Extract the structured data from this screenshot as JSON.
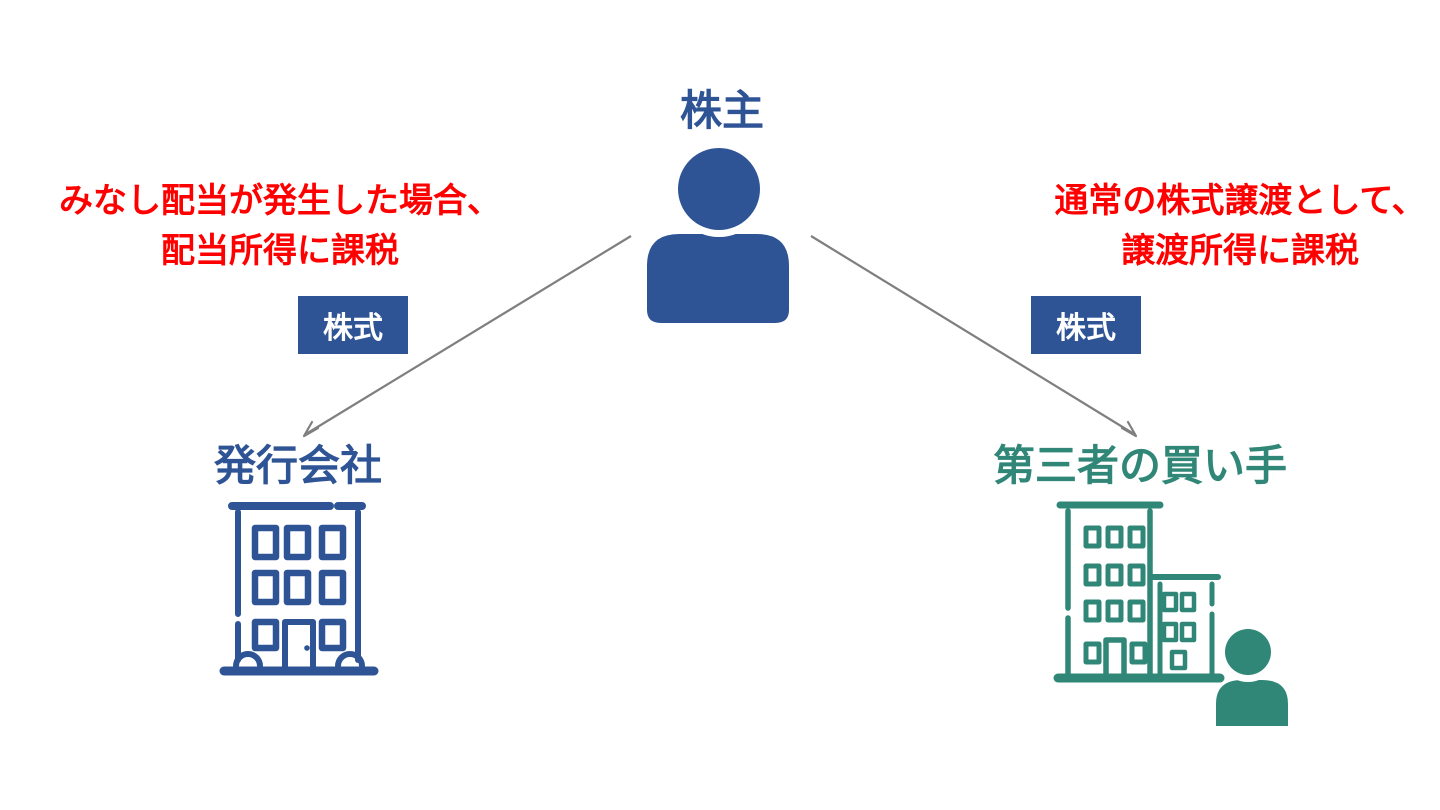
{
  "colors": {
    "blue": "#2F5496",
    "green": "#318777",
    "red": "#FF0000",
    "gray": "#7F7F7F",
    "white": "#FFFFFF"
  },
  "shareholder": {
    "label": "株主"
  },
  "issuer": {
    "label": "発行会社"
  },
  "buyer": {
    "label": "第三者の買い手"
  },
  "edges": {
    "left": {
      "label": "株式"
    },
    "right": {
      "label": "株式"
    }
  },
  "notes": {
    "left": {
      "line1": "みなし配当が発生した場合、",
      "line2": "配当所得に課税"
    },
    "right": {
      "line1": "通常の株式譲渡として、",
      "line2": "譲渡所得に課税"
    }
  }
}
